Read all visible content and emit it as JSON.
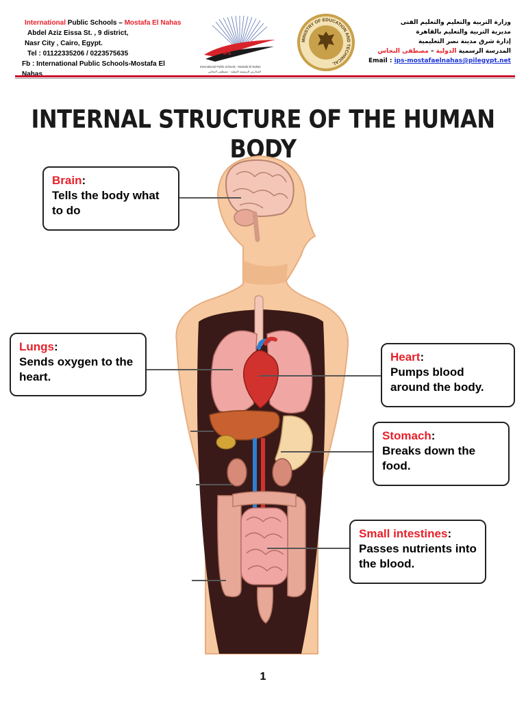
{
  "header": {
    "left": {
      "line1_red": "International",
      "line1_mid": " Public Schools – ",
      "line1_red2": "Mostafa El Nahas",
      "line2": "Abdel Aziz Eissa St. , 9 district,",
      "line3": "Nasr City , Cairo, Egypt.",
      "line4": "Tel : 01122335206  / 0223575635",
      "line5": "Fb : International Public Schools-Mostafa El Nahas"
    },
    "right": {
      "line1": "وزارة التربية والتعليم والتعليم الفنى",
      "line2": "مديرية التربية والتعليم بالقاهرة",
      "line3": "إدارة شرق مدينة نصر التعليمية",
      "line4_black": "المدرسة الرسمية ",
      "line4_red": "الدولية",
      "line4_black2": " – ",
      "line4_red2": "مصطفى النحاس",
      "email_label": "Email : ",
      "email_value": "ips-mostafaelnahas@pilegypt.net"
    },
    "logo": {
      "mark": "IPS",
      "caption_en": "International Public Schools - Mostafa El Nahas",
      "caption_ar": "المدارس الرسمية الدولية - مصطفى النحاس"
    },
    "seal": {
      "text": "MINISTRY OF EDUCATION AND TECHNICAL"
    }
  },
  "title": "INTERNAL STRUCTURE OF THE HUMAN BODY",
  "callouts": {
    "brain": {
      "organ": "Brain",
      "colon": ":",
      "desc": "Tells the body what to do"
    },
    "lungs": {
      "organ": "Lungs",
      "colon": ":",
      "desc": "Sends oxygen to the heart."
    },
    "heart": {
      "organ": "Heart",
      "colon": ":",
      "desc": "Pumps blood around the body."
    },
    "stomach": {
      "organ": "Stomach",
      "colon": ":",
      "desc": "Breaks down the food."
    },
    "intestines": {
      "organ": "Small intestines",
      "colon": ":",
      "desc": "Passes nutrients into the blood."
    }
  },
  "colors": {
    "accent_red": "#e8202a",
    "skin": "#f7c9a0",
    "organ_pink": "#f0a7a3",
    "liver": "#c8602f",
    "vein_blue": "#2f7fd0",
    "artery_red": "#d2322e"
  },
  "page_number": "1"
}
